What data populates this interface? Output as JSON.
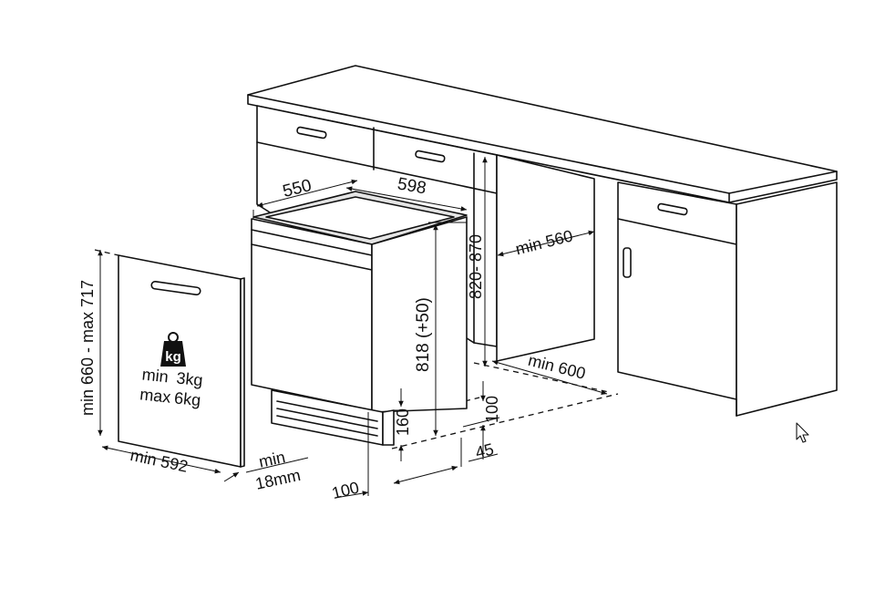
{
  "dimensions": {
    "depth": "550",
    "width": "598",
    "niche_height": "820- 870",
    "niche_width": "min 560",
    "appliance_height": "818 (+50)",
    "niche_depth": "min 600",
    "plinth_100_right": "100",
    "plinth_160": "160",
    "plinth_45": "45",
    "plinth_100_bottom": "100",
    "door_height": "min 660 - max 717",
    "door_width": "min 592",
    "door_thickness_line1": "min",
    "door_thickness_line2": "18mm"
  },
  "door_weight": {
    "icon_label": "kg",
    "min_label": "min",
    "min_value": "3kg",
    "max_label": "max",
    "max_value": "6kg"
  },
  "icons": {
    "weight": "weight-kg-icon",
    "cursor": "mouse-pointer-icon"
  },
  "colors": {
    "line": "#111111",
    "background": "#ffffff"
  }
}
